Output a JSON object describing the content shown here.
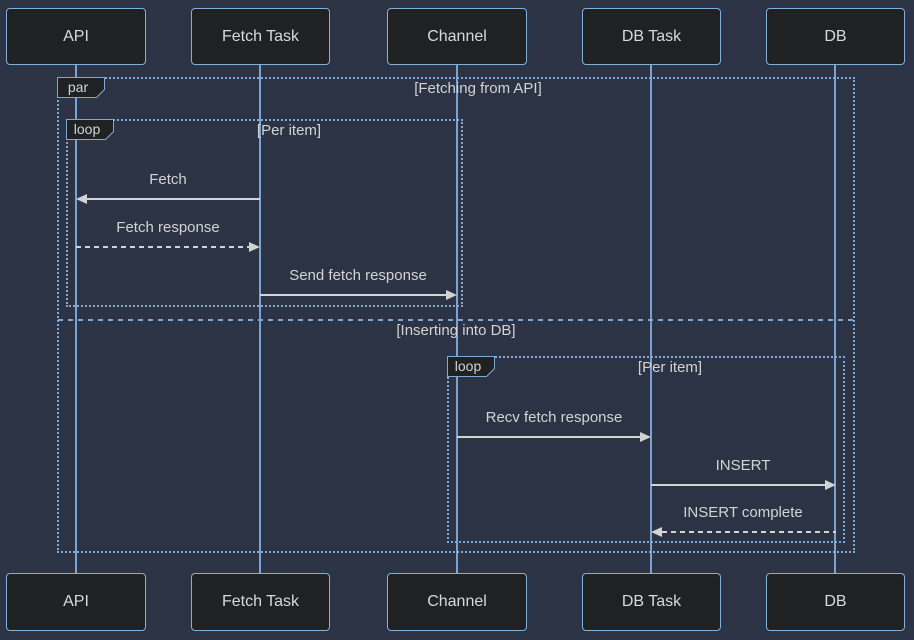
{
  "diagram": {
    "type": "sequence",
    "colors": {
      "background": "#2b3344",
      "actor_fill": "#1f2122",
      "actor_border": "#81b1db",
      "lifeline": "#7ca2cf",
      "frame_border": "#7fa9d6",
      "signal": "#d3d3d3",
      "text": "#d3d3d3"
    },
    "actors": [
      {
        "name": "API"
      },
      {
        "name": "Fetch Task"
      },
      {
        "name": "Channel"
      },
      {
        "name": "DB Task"
      },
      {
        "name": "DB"
      }
    ],
    "par": {
      "label": "par",
      "sections": [
        {
          "title": "[Fetching from API]"
        },
        {
          "title": "[Inserting into DB]"
        }
      ]
    },
    "loops": [
      {
        "label": "loop",
        "condition": "[Per item]"
      },
      {
        "label": "loop",
        "condition": "[Per item]"
      }
    ],
    "messages": [
      {
        "text": "Fetch",
        "from": "Fetch Task",
        "to": "API",
        "line": "solid"
      },
      {
        "text": "Fetch response",
        "from": "API",
        "to": "Fetch Task",
        "line": "dashed"
      },
      {
        "text": "Send fetch response",
        "from": "Fetch Task",
        "to": "Channel",
        "line": "solid"
      },
      {
        "text": "Recv fetch response",
        "from": "Channel",
        "to": "DB Task",
        "line": "solid"
      },
      {
        "text": "INSERT",
        "from": "DB Task",
        "to": "DB",
        "line": "solid"
      },
      {
        "text": "INSERT complete",
        "from": "DB",
        "to": "DB Task",
        "line": "dashed"
      }
    ]
  }
}
